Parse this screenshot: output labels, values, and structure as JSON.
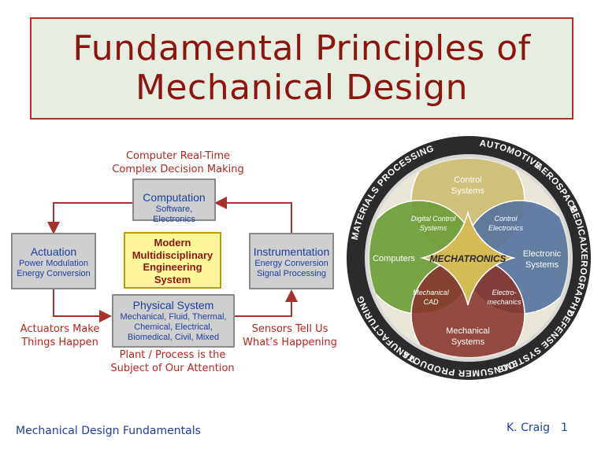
{
  "title": {
    "line1": "Fundamental Principles of",
    "line2": "Mechanical Design"
  },
  "diagram": {
    "top_caption": {
      "line1": "Computer Real-Time",
      "line2": "Complex Decision Making"
    },
    "computation": {
      "head": "Computation",
      "sub": "Software, Electronics"
    },
    "actuation": {
      "head": "Actuation",
      "sub1": "Power Modulation",
      "sub2": "Energy Conversion"
    },
    "instrumentation": {
      "head": "Instrumentation",
      "sub1": "Energy Conversion",
      "sub2": "Signal Processing"
    },
    "core": {
      "line1": "Modern",
      "line2": "Multidisciplinary",
      "line3": "Engineering",
      "line4": "System"
    },
    "physical": {
      "head": "Physical System",
      "sub1": "Mechanical, Fluid, Thermal,",
      "sub2": "Chemical, Electrical,",
      "sub3": "Biomedical, Civil, Mixed"
    },
    "left_caption": {
      "line1": "Actuators Make",
      "line2": "Things Happen"
    },
    "right_caption": {
      "line1": "Sensors Tell Us",
      "line2": "What’s Happening"
    },
    "bottom_caption": {
      "line1": "Plant / Process is the",
      "line2": "Subject of Our Attention"
    }
  },
  "mechatronics": {
    "center": "MECHATRONICS",
    "circles": {
      "control": {
        "line1": "Control",
        "line2": "Systems"
      },
      "computers": "Computers",
      "electronic": {
        "line1": "Electronic",
        "line2": "Systems"
      },
      "mechanical": {
        "line1": "Mechanical",
        "line2": "Systems"
      }
    },
    "overlaps": {
      "digital_control": {
        "line1": "Digital Control",
        "line2": "Systems"
      },
      "control_electronics": {
        "line1": "Control",
        "line2": "Electronics"
      },
      "mechanical_cad": {
        "line1": "Mechanical",
        "line2": "CAD"
      },
      "electro_mechanics": {
        "line1": "Electro-",
        "line2": "mechanics"
      }
    },
    "ring_labels": {
      "automotive": "AUTOMOTIVE",
      "aerospace": "AEROSPACE",
      "medical": "MEDICAL",
      "xerography": "XEROGRAPHY",
      "defense": "DEFENSE SYSTEMS",
      "consumer": "CONSUMER PRODUCTS",
      "manufacturing": "MANUFACTURING",
      "materials": "MATERIALS PROCESSING"
    }
  },
  "footer": {
    "course": "Mechanical Design Fundamentals",
    "author": "K. Craig",
    "page": "1"
  },
  "colors": {
    "title_red": "#8e1410",
    "caption_red": "#b3271f",
    "box_blue": "#1c3f9e",
    "ring": "#2a2a2a"
  }
}
